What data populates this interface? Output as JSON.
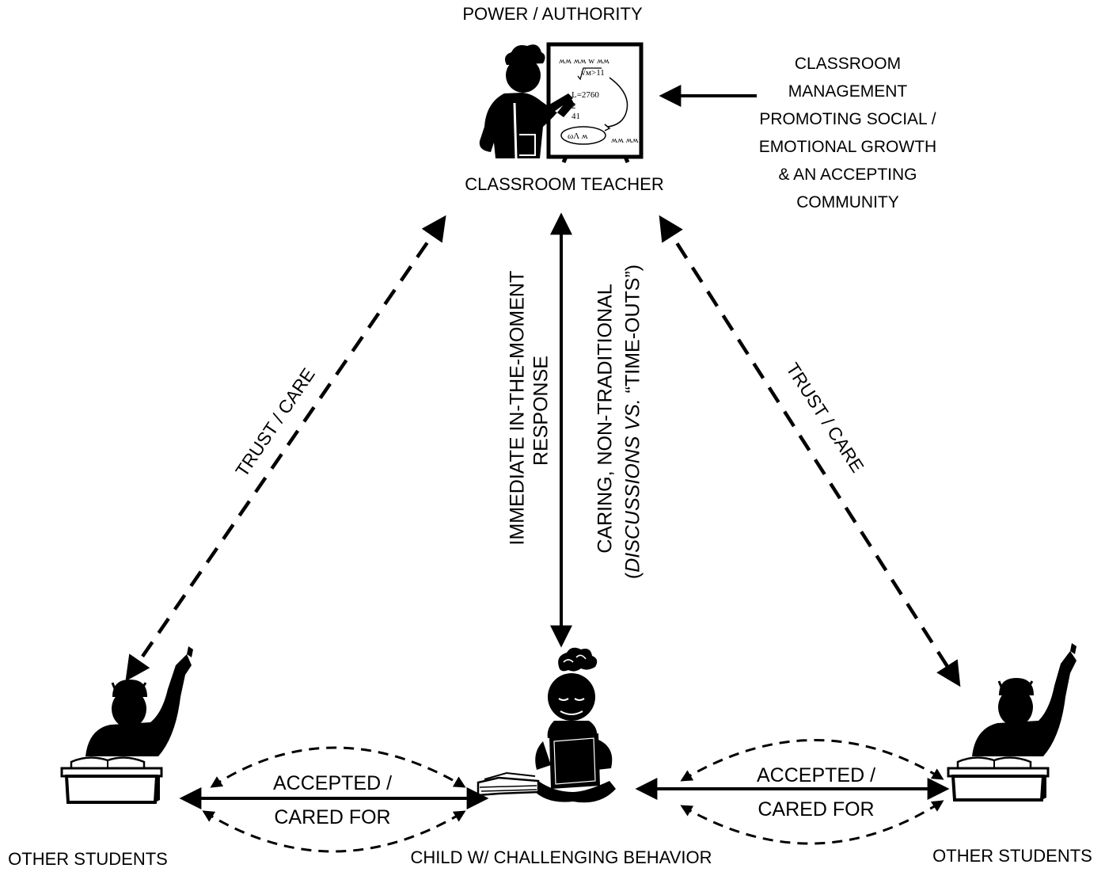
{
  "top_label": "POWER / AUTHORITY",
  "teacher_label": "CLASSROOM TEACHER",
  "management_lines": [
    "CLASSROOM",
    "MANAGEMENT",
    "PROMOTING SOCIAL /",
    "EMOTIONAL GROWTH",
    "& AN ACCEPTING",
    "COMMUNITY"
  ],
  "left_trust_label": "TRUST / CARE",
  "right_trust_label": "TRUST / CARE",
  "center_response": {
    "line1": "IMMEDIATE IN-THE-MOMENT",
    "line2": "RESPONSE",
    "line3": "CARING, NON-TRADITIONAL",
    "line4_open": "(",
    "line4_italic1": "DISCUSSIONS VS.",
    "line4_rest": " “TIME-OUTS”)"
  },
  "left_relation": {
    "line1": "ACCEPTED /",
    "line2": "CARED FOR"
  },
  "right_relation": {
    "line1": "ACCEPTED /",
    "line2": "CARED FOR"
  },
  "left_students_label": "OTHER STUDENTS",
  "right_students_label": "OTHER STUDENTS",
  "child_label": "CHILD W/ CHALLENGING BEHAVIOR",
  "board_scribbles": {
    "row1": "ʍʍ ʍʍ w ʍʍ",
    "math1": "√ᴍ>11",
    "math2": "L=2760",
    "math3": "2",
    "math4": "41",
    "oval": "ωΛ ʍ",
    "bottom": "ʍʍ ʍʍ"
  }
}
